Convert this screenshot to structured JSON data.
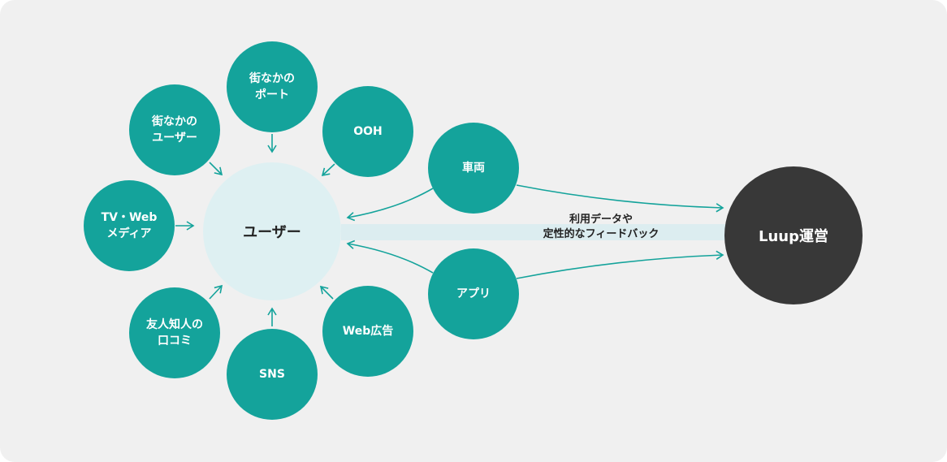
{
  "colors": {
    "panel_background": "#f0f0f0",
    "node_fill": "#14a39b",
    "center_fill": "#def0f2",
    "operator_fill": "#383838",
    "band_fill": "#dcedf0",
    "arrow": "#14a39b"
  },
  "center": {
    "label": "ユーザー"
  },
  "channels": [
    {
      "id": "street-port",
      "label": "街なかの\nポート"
    },
    {
      "id": "ooh",
      "label": "OOH"
    },
    {
      "id": "street-users",
      "label": "街なかの\nユーザー"
    },
    {
      "id": "tv-web-media",
      "label": "TV・Web\nメディア"
    },
    {
      "id": "word-of-mouth",
      "label": "友人知人の\n口コミ"
    },
    {
      "id": "sns",
      "label": "SNS"
    },
    {
      "id": "web-ads",
      "label": "Web広告"
    }
  ],
  "touchpoints": [
    {
      "id": "vehicle",
      "label": "車両"
    },
    {
      "id": "app",
      "label": "アプリ"
    }
  ],
  "operator": {
    "label": "Luup運営"
  },
  "feedback_label": "利用データや\n定性的なフィードバック"
}
